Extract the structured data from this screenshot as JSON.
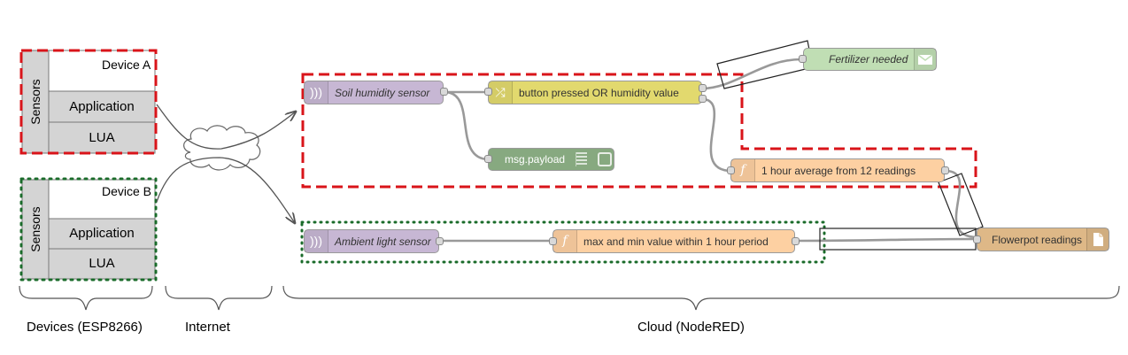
{
  "devices": [
    {
      "title": "Device A",
      "sensors_label": "Sensors",
      "layers": [
        "Application",
        "LUA"
      ]
    },
    {
      "title": "Device B",
      "sensors_label": "Sensors",
      "layers": [
        "Application",
        "LUA"
      ]
    }
  ],
  "flow": {
    "soil_sensor": "Soil humidity sensor",
    "switch_node": "button pressed OR humidity value",
    "debug_node": "msg.payload",
    "avg_node": "1 hour average from 12 readings",
    "email_node": "Fertilizer needed",
    "light_sensor": "Ambient light sensor",
    "minmax_node": "max and min value within 1 hour period",
    "file_node": "Flowerpot readings"
  },
  "sections": {
    "devices": "Devices (ESP8266)",
    "internet": "Internet",
    "cloud": "Cloud (NodeRED)"
  },
  "icons": {
    "wireless": "wireless-icon",
    "switch": "switch-icon",
    "function": "function-icon",
    "debug": "debug-icon",
    "email": "email-icon",
    "file": "file-icon",
    "cloud": "cloud-icon"
  },
  "colors": {
    "group_a": "#d9141a",
    "group_b": "#1a6b2a",
    "input_node": "#c7b7d4",
    "switch_node": "#e2d96e",
    "debug_node": "#87a980",
    "function_node": "#fdd0a2",
    "email_node": "#c0deb4",
    "file_node": "#deb887",
    "device_cell": "#d4d4d4"
  }
}
